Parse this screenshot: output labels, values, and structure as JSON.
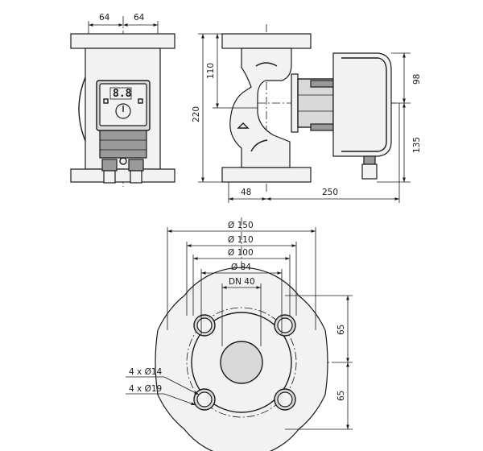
{
  "front_view": {
    "dim_left": "64",
    "dim_right": "64",
    "display_value": "8.8"
  },
  "side_view": {
    "dim_height_top": "110",
    "dim_height_total": "220",
    "dim_module_top": "98",
    "dim_module_bottom": "135",
    "dim_flange_offset": "48",
    "dim_length": "250"
  },
  "flange_view": {
    "dia_outer": "Ø 150",
    "dia_bolt_circle_max": "Ø 110",
    "dia_bolt_circle_min": "Ø 100",
    "dia_raised_face": "Ø 84",
    "nominal_size": "DN 40",
    "dim_half_top": "65",
    "dim_half_bottom": "65",
    "holes_small": "4 x Ø14",
    "holes_large": "4 x Ø19"
  },
  "icons": [
    "arrow-up-icon"
  ]
}
